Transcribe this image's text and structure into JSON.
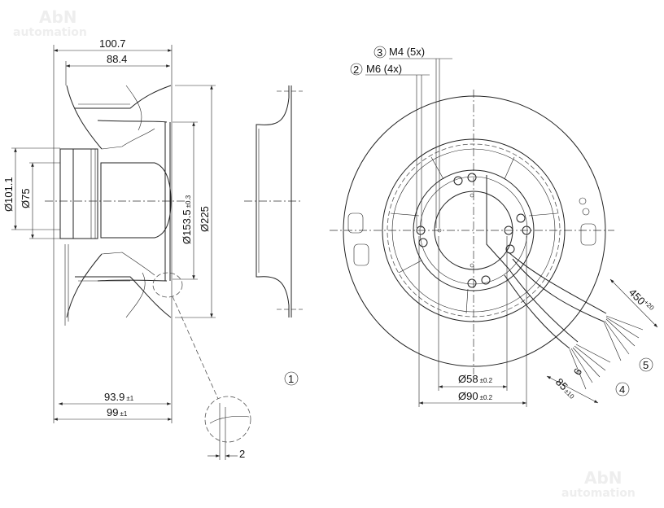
{
  "watermark": {
    "line1": "AbN",
    "line2": "automation"
  },
  "side_view": {
    "dim_overall_length": "100.7",
    "dim_impeller_length": "88.4",
    "dim_outer_diameter": "Ø225",
    "dim_inlet_diameter": "Ø153.5",
    "dim_inlet_tol": "±0.3",
    "dim_flange_diameter": "Ø101.1",
    "dim_hub_diameter": "Ø75",
    "dim_length_a": "93.9",
    "dim_length_a_tol": "±1",
    "dim_length_b": "99",
    "dim_length_b_tol": "±1",
    "detail_dim": "2"
  },
  "inlet_ring": {
    "callout": "1"
  },
  "front_view": {
    "thread_m4": {
      "callout": "3",
      "label": "M4 (5x)"
    },
    "thread_m6": {
      "callout": "2",
      "label": "M6 (4x)"
    },
    "dim_bolt_circle_small": "Ø58",
    "dim_bolt_circle_small_tol": "±0.2",
    "dim_bolt_circle_large": "Ø90",
    "dim_bolt_circle_large_tol": "±0.2",
    "cable_length": "450",
    "cable_length_tol": "+20",
    "strip_length": "85",
    "strip_length_tol": "±10",
    "wire_strip": "6",
    "cable_callout_a": "4",
    "cable_callout_b": "5"
  }
}
